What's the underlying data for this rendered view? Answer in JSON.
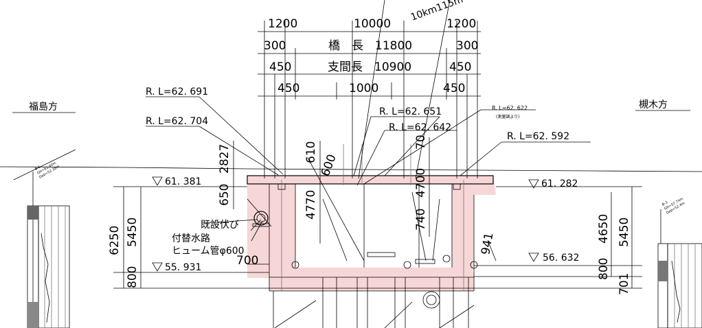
{
  "directions": {
    "left": "福島方",
    "right": "槻木方"
  },
  "dims": {
    "top_1200_left": "1200",
    "top_10000": "10000",
    "top_1200_right": "1200",
    "r2_300_left": "300",
    "bridge_length": "橋　長　11800",
    "r2_300_right": "300",
    "r3_450_left": "450",
    "span_length": "支間長　10900",
    "r3_450_right": "450",
    "r4_450_left": "450",
    "r4_1000": "1000",
    "r4_450_right": "450",
    "v_2827": "2827",
    "v_650": "650",
    "v_6250": "6250",
    "v_5450_left": "5450",
    "v_800_left": "800",
    "v_610": "610",
    "v_600": "600",
    "v_4770": "4770",
    "v_70": "70",
    "v_4700": "4700",
    "v_740": "740",
    "v_941": "941",
    "v_4650": "4650",
    "v_5450_right": "5450",
    "v_800_right": "800",
    "v_701": "701",
    "h_700": "700"
  },
  "levels": {
    "rl_62691": "R. L=62. 691",
    "rl_62704": "R. L=62. 704",
    "rl_62651": "R. L=62. 651",
    "rl_62642": "R. L=62. 642",
    "rl_62622": "R. L=62. 622",
    "rl_62622_note": "(測量調より)",
    "rl_62592": "R. L=62. 592",
    "wl_61381": "61. 381",
    "wl_61282": "61. 282",
    "wl_55931": "55. 931",
    "wl_56632": "56. 632"
  },
  "notes": {
    "top_fragment": "10km115m",
    "pipe_line1": "既設伏び",
    "pipe_line2": "付替水路",
    "pipe_line3": "ヒューム管φ600"
  },
  "boreholes": {
    "left_id": "B-1",
    "left_gh": "GH=61.40m",
    "left_dep": "Dep=52.38m",
    "right_id": "B-3",
    "right_gh": "GH=57.74m",
    "right_dep": "Dep=52.4m"
  }
}
